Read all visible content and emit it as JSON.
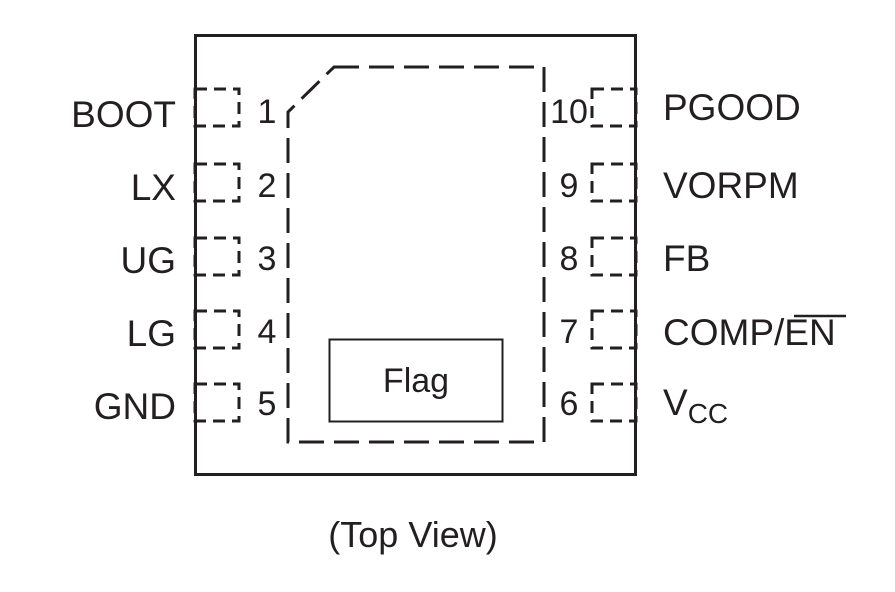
{
  "package": {
    "flag_label": "Flag",
    "caption": "(Top View)"
  },
  "pins_left": [
    {
      "number": "1",
      "name": "BOOT"
    },
    {
      "number": "2",
      "name": "LX"
    },
    {
      "number": "3",
      "name": "UG"
    },
    {
      "number": "4",
      "name": "LG"
    },
    {
      "number": "5",
      "name": "GND"
    }
  ],
  "pins_right": [
    {
      "number": "10",
      "name": "PGOOD"
    },
    {
      "number": "9",
      "name": "VORPM"
    },
    {
      "number": "8",
      "name": "FB"
    },
    {
      "number": "7",
      "name": "COMP/",
      "overbar": "EN"
    },
    {
      "number": "6",
      "name": "V",
      "subscript": "CC"
    }
  ],
  "colors": {
    "stroke": "#231f20",
    "background": "#ffffff"
  }
}
